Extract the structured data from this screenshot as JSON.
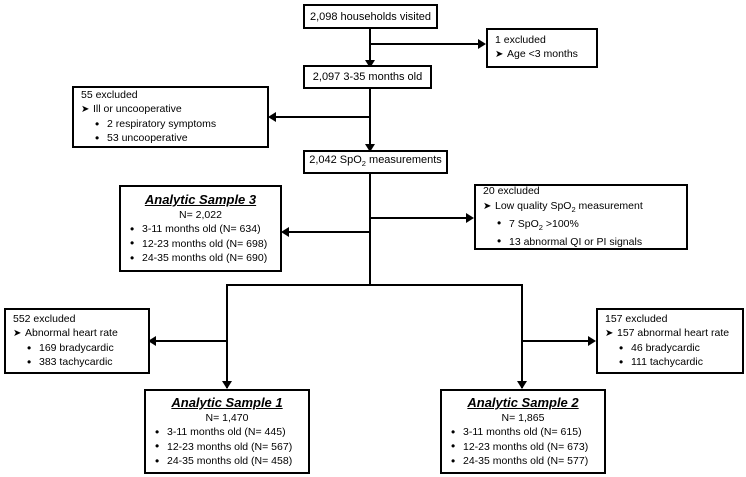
{
  "diagram": {
    "title": "Study participant flow diagram",
    "type": "flowchart",
    "line_color": "#000000",
    "background_color": "#ffffff"
  },
  "nodes": {
    "households": {
      "label": "2,098 households visited"
    },
    "excluded_age": {
      "header": "1 excluded",
      "arrow_item": "Age <3 months"
    },
    "months_2097": {
      "label": "2,097 3-35 months old"
    },
    "excluded_55": {
      "header": "55 excluded",
      "arrow_item": "Ill or uncooperative",
      "bullets": [
        "2 respiratory symptoms",
        "53 uncooperative"
      ]
    },
    "spo2_measurements": {
      "prefix": "2,042 SpO",
      "sub": "2",
      "suffix": " measurements"
    },
    "sample3": {
      "title": "Analytic Sample 3",
      "n": "N= 2,022",
      "items": [
        "3-11 months old (N= 634)",
        "12-23 months old (N= 698)",
        "24-35 months old (N= 690)"
      ]
    },
    "excluded_20": {
      "header": "20 excluded",
      "arrow_prefix": "Low quality SpO",
      "arrow_sub": "2",
      "arrow_suffix": " measurement",
      "bullet1_prefix": "7 SpO",
      "bullet1_sub": "2",
      "bullet1_suffix": " >100%",
      "bullet2": "13 abnormal QI or PI signals"
    },
    "excluded_552": {
      "header": "552 excluded",
      "arrow_item": "Abnormal heart rate",
      "bullets": [
        "169 bradycardic",
        "383 tachycardic"
      ]
    },
    "excluded_157": {
      "header": "157 excluded",
      "arrow_item": "157 abnormal heart rate",
      "bullets": [
        "46 bradycardic",
        "111 tachycardic"
      ]
    },
    "sample1": {
      "title": "Analytic Sample 1",
      "n": "N= 1,470",
      "items": [
        "3-11 months old (N= 445)",
        "12-23 months old (N= 567)",
        "24-35 months old (N= 458)"
      ]
    },
    "sample2": {
      "title": "Analytic Sample 2",
      "n": "N= 1,865",
      "items": [
        "3-11 months old (N= 615)",
        "12-23 months old (N= 673)",
        "24-35 months old (N= 577)"
      ]
    }
  },
  "glyphs": {
    "arrow_bullet": "➤",
    "round_bullet": "•"
  }
}
